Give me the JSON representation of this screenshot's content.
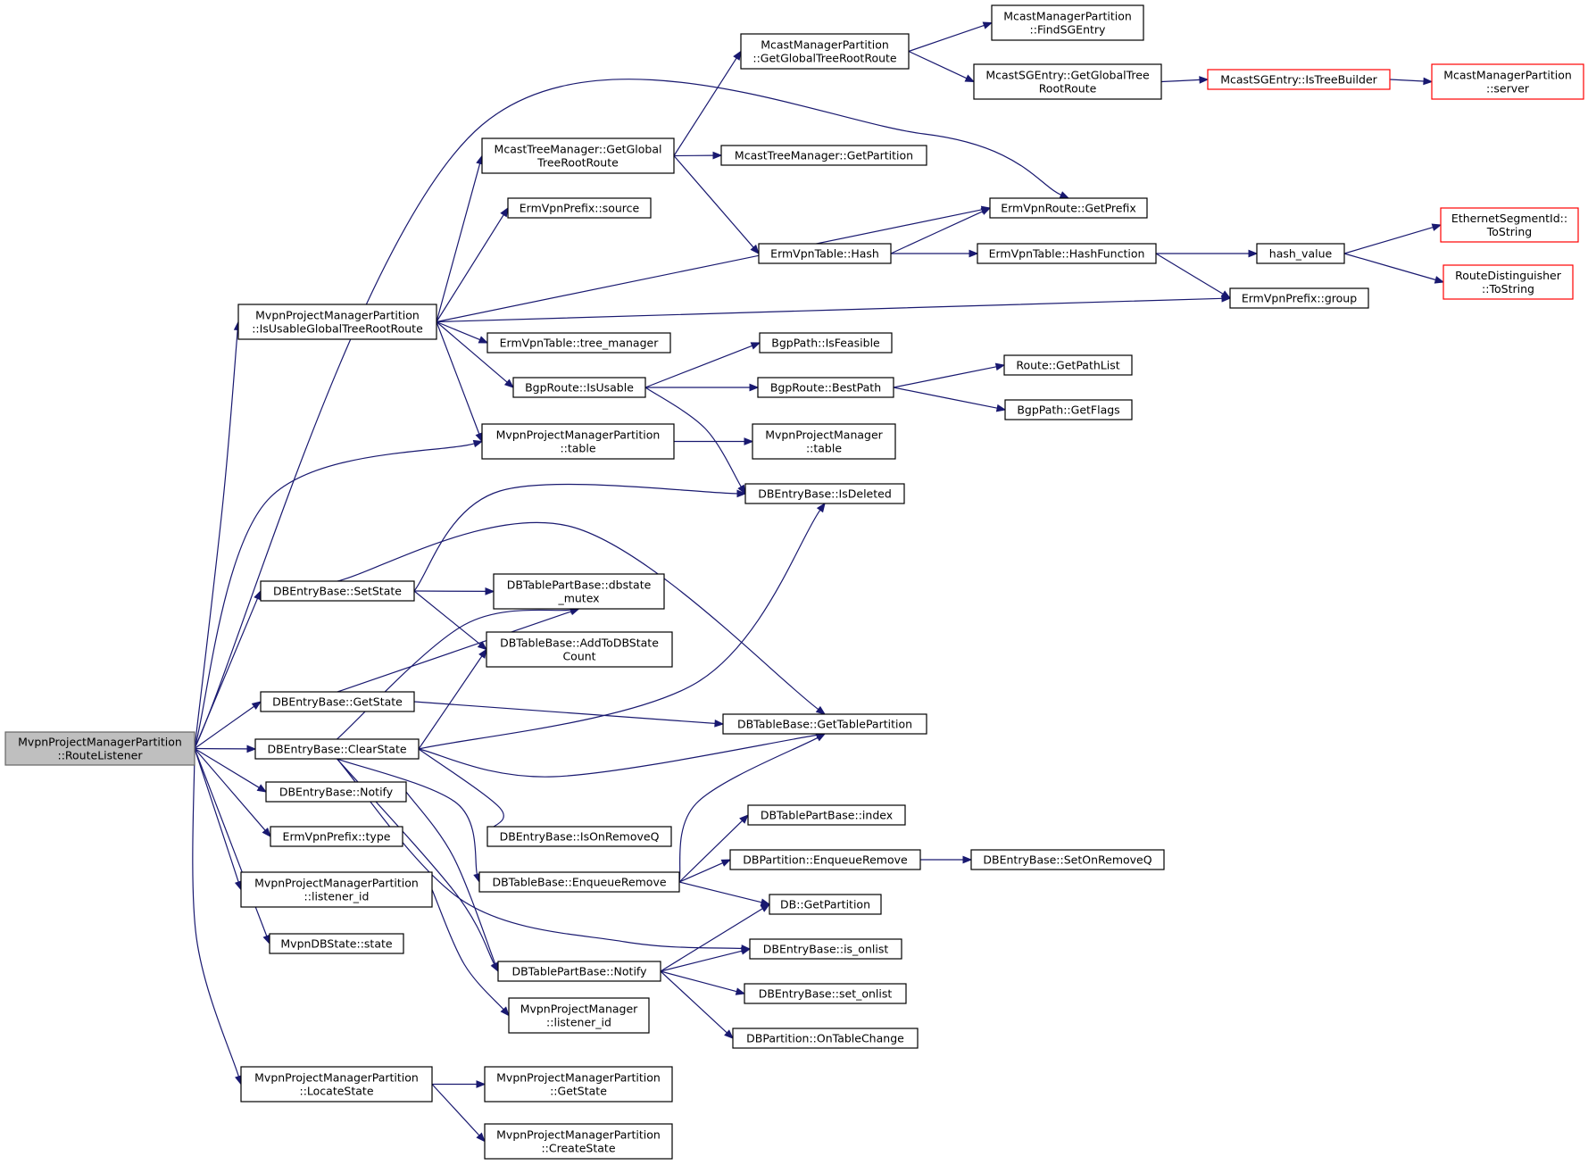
{
  "colors": {
    "edge": "#191970",
    "node_border": "#000000",
    "node_fill": "#ffffff",
    "root_fill": "#bfbfbf",
    "root_border": "#666666",
    "truncated_border": "#ff0000"
  },
  "nodes": [
    {
      "id": "n0",
      "lines": [
        "MvpnProjectManagerPartition",
        "::RouteListener"
      ],
      "style": "root"
    },
    {
      "id": "n1",
      "lines": [
        "McastManagerPartition",
        "::GetGlobalTreeRootRoute"
      ],
      "style": "normal"
    },
    {
      "id": "n2",
      "lines": [
        "McastManagerPartition",
        "::FindSGEntry"
      ],
      "style": "normal"
    },
    {
      "id": "n3",
      "lines": [
        "McastSGEntry::GetGlobalTree",
        "RootRoute"
      ],
      "style": "normal"
    },
    {
      "id": "n4",
      "lines": [
        "McastSGEntry::IsTreeBuilder"
      ],
      "style": "truncated"
    },
    {
      "id": "n5",
      "lines": [
        "McastManagerPartition",
        "::server"
      ],
      "style": "truncated"
    },
    {
      "id": "n6",
      "lines": [
        "McastTreeManager::GetGlobal",
        "TreeRootRoute"
      ],
      "style": "normal"
    },
    {
      "id": "n7",
      "lines": [
        "McastTreeManager::GetPartition"
      ],
      "style": "normal"
    },
    {
      "id": "n8",
      "lines": [
        "ErmVpnPrefix::source"
      ],
      "style": "normal"
    },
    {
      "id": "n9",
      "lines": [
        "ErmVpnRoute::GetPrefix"
      ],
      "style": "normal"
    },
    {
      "id": "n10",
      "lines": [
        "ErmVpnTable::Hash"
      ],
      "style": "normal"
    },
    {
      "id": "n11",
      "lines": [
        "ErmVpnTable::HashFunction"
      ],
      "style": "normal"
    },
    {
      "id": "n12",
      "lines": [
        "hash_value"
      ],
      "style": "normal"
    },
    {
      "id": "n13",
      "lines": [
        "EthernetSegmentId::",
        "ToString"
      ],
      "style": "truncated"
    },
    {
      "id": "n14",
      "lines": [
        "RouteDistinguisher",
        "::ToString"
      ],
      "style": "truncated"
    },
    {
      "id": "n15",
      "lines": [
        "ErmVpnPrefix::group"
      ],
      "style": "normal"
    },
    {
      "id": "n16",
      "lines": [
        "MvpnProjectManagerPartition",
        "::IsUsableGlobalTreeRootRoute"
      ],
      "style": "normal"
    },
    {
      "id": "n17",
      "lines": [
        "ErmVpnTable::tree_manager"
      ],
      "style": "normal"
    },
    {
      "id": "n18",
      "lines": [
        "BgpRoute::IsUsable"
      ],
      "style": "normal"
    },
    {
      "id": "n19",
      "lines": [
        "BgpPath::IsFeasible"
      ],
      "style": "normal"
    },
    {
      "id": "n20",
      "lines": [
        "BgpRoute::BestPath"
      ],
      "style": "normal"
    },
    {
      "id": "n21",
      "lines": [
        "Route::GetPathList"
      ],
      "style": "normal"
    },
    {
      "id": "n22",
      "lines": [
        "BgpPath::GetFlags"
      ],
      "style": "normal"
    },
    {
      "id": "n23",
      "lines": [
        "MvpnProjectManagerPartition",
        "::table"
      ],
      "style": "normal"
    },
    {
      "id": "n24",
      "lines": [
        "MvpnProjectManager",
        "::table"
      ],
      "style": "normal"
    },
    {
      "id": "n25",
      "lines": [
        "DBEntryBase::IsDeleted"
      ],
      "style": "normal"
    },
    {
      "id": "n26",
      "lines": [
        "DBEntryBase::SetState"
      ],
      "style": "normal"
    },
    {
      "id": "n27",
      "lines": [
        "DBTablePartBase::dbstate",
        "_mutex"
      ],
      "style": "normal"
    },
    {
      "id": "n28",
      "lines": [
        "DBTableBase::AddToDBState",
        "Count"
      ],
      "style": "normal"
    },
    {
      "id": "n29",
      "lines": [
        "DBEntryBase::GetState"
      ],
      "style": "normal"
    },
    {
      "id": "n30",
      "lines": [
        "DBTableBase::GetTablePartition"
      ],
      "style": "normal"
    },
    {
      "id": "n31",
      "lines": [
        "DBEntryBase::ClearState"
      ],
      "style": "normal"
    },
    {
      "id": "n32",
      "lines": [
        "DBEntryBase::Notify"
      ],
      "style": "normal"
    },
    {
      "id": "n33",
      "lines": [
        "ErmVpnPrefix::type"
      ],
      "style": "normal"
    },
    {
      "id": "n34",
      "lines": [
        "DBEntryBase::IsOnRemoveQ"
      ],
      "style": "normal"
    },
    {
      "id": "n35",
      "lines": [
        "DBTablePartBase::index"
      ],
      "style": "normal"
    },
    {
      "id": "n36",
      "lines": [
        "DBTableBase::EnqueueRemove"
      ],
      "style": "normal"
    },
    {
      "id": "n37",
      "lines": [
        "DBPartition::EnqueueRemove"
      ],
      "style": "normal"
    },
    {
      "id": "n38",
      "lines": [
        "DBEntryBase::SetOnRemoveQ"
      ],
      "style": "normal"
    },
    {
      "id": "n39",
      "lines": [
        "MvpnProjectManagerPartition",
        "::listener_id"
      ],
      "style": "normal"
    },
    {
      "id": "n40",
      "lines": [
        "DB::GetPartition"
      ],
      "style": "normal"
    },
    {
      "id": "n41",
      "lines": [
        "MvpnDBState::state"
      ],
      "style": "normal"
    },
    {
      "id": "n42",
      "lines": [
        "DBEntryBase::is_onlist"
      ],
      "style": "normal"
    },
    {
      "id": "n43",
      "lines": [
        "DBTablePartBase::Notify"
      ],
      "style": "normal"
    },
    {
      "id": "n44",
      "lines": [
        "DBEntryBase::set_onlist"
      ],
      "style": "normal"
    },
    {
      "id": "n45",
      "lines": [
        "MvpnProjectManager",
        "::listener_id"
      ],
      "style": "normal"
    },
    {
      "id": "n46",
      "lines": [
        "DBPartition::OnTableChange"
      ],
      "style": "normal"
    },
    {
      "id": "n47",
      "lines": [
        "MvpnProjectManagerPartition",
        "::LocateState"
      ],
      "style": "normal"
    },
    {
      "id": "n48",
      "lines": [
        "MvpnProjectManagerPartition",
        "::GetState"
      ],
      "style": "normal"
    },
    {
      "id": "n49",
      "lines": [
        "MvpnProjectManagerPartition",
        "::CreateState"
      ],
      "style": "normal"
    }
  ],
  "edges": [
    [
      "n1",
      "n2"
    ],
    [
      "n1",
      "n3"
    ],
    [
      "n3",
      "n4"
    ],
    [
      "n4",
      "n5"
    ],
    [
      "n6",
      "n1"
    ],
    [
      "n6",
      "n7"
    ],
    [
      "n6",
      "n10"
    ],
    [
      "n10",
      "n9"
    ],
    [
      "n10",
      "n11"
    ],
    [
      "n11",
      "n12"
    ],
    [
      "n11",
      "n15"
    ],
    [
      "n12",
      "n13"
    ],
    [
      "n12",
      "n14"
    ],
    [
      "n16",
      "n6"
    ],
    [
      "n16",
      "n8"
    ],
    [
      "n16",
      "n9"
    ],
    [
      "n16",
      "n15"
    ],
    [
      "n16",
      "n17"
    ],
    [
      "n16",
      "n18"
    ],
    [
      "n16",
      "n23"
    ],
    [
      "n18",
      "n19"
    ],
    [
      "n18",
      "n20"
    ],
    [
      "n18",
      "n25"
    ],
    [
      "n20",
      "n21"
    ],
    [
      "n20",
      "n22"
    ],
    [
      "n23",
      "n24"
    ],
    [
      "n26",
      "n25"
    ],
    [
      "n26",
      "n27"
    ],
    [
      "n26",
      "n28"
    ],
    [
      "n26",
      "n30"
    ],
    [
      "n29",
      "n27"
    ],
    [
      "n29",
      "n30"
    ],
    [
      "n31",
      "n27"
    ],
    [
      "n31",
      "n28"
    ],
    [
      "n31",
      "n25"
    ],
    [
      "n31",
      "n30"
    ],
    [
      "n31",
      "n34"
    ],
    [
      "n31",
      "n36"
    ],
    [
      "n31",
      "n42"
    ],
    [
      "n31",
      "n43"
    ],
    [
      "n32",
      "n43"
    ],
    [
      "n36",
      "n35"
    ],
    [
      "n36",
      "n37"
    ],
    [
      "n36",
      "n30"
    ],
    [
      "n36",
      "n40"
    ],
    [
      "n37",
      "n38"
    ],
    [
      "n39",
      "n45"
    ],
    [
      "n43",
      "n40"
    ],
    [
      "n43",
      "n42"
    ],
    [
      "n43",
      "n44"
    ],
    [
      "n43",
      "n46"
    ],
    [
      "n47",
      "n48"
    ],
    [
      "n47",
      "n49"
    ],
    [
      "n0",
      "n9"
    ],
    [
      "n0",
      "n16"
    ],
    [
      "n0",
      "n23"
    ],
    [
      "n0",
      "n26"
    ],
    [
      "n0",
      "n29"
    ],
    [
      "n0",
      "n31"
    ],
    [
      "n0",
      "n32"
    ],
    [
      "n0",
      "n33"
    ],
    [
      "n0",
      "n39"
    ],
    [
      "n0",
      "n41"
    ],
    [
      "n0",
      "n47"
    ]
  ]
}
